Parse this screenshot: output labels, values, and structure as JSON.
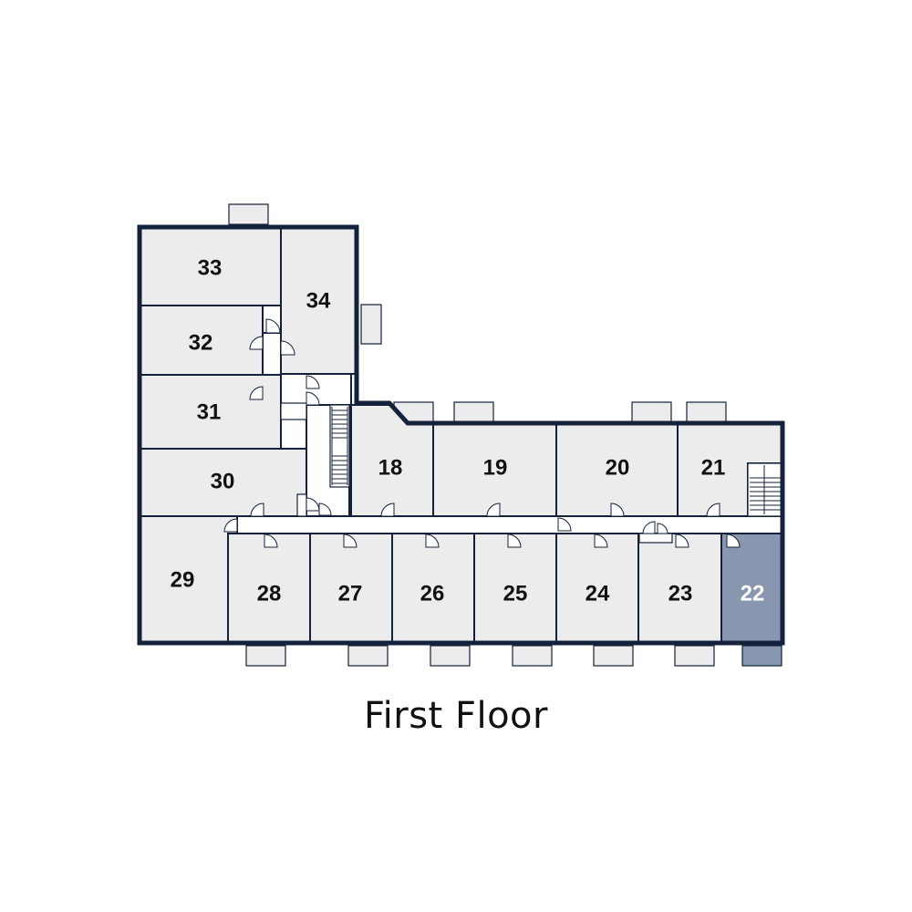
{
  "floor": {
    "title": "First Floor"
  },
  "colors": {
    "wall": "#14213a",
    "room_fill": "#ececec",
    "selected_fill": "#8896b0",
    "selected_text": "#ffffff"
  },
  "selected_unit": "22",
  "units": [
    {
      "id": "33",
      "label": "33",
      "selected": false
    },
    {
      "id": "34",
      "label": "34",
      "selected": false
    },
    {
      "id": "32",
      "label": "32",
      "selected": false
    },
    {
      "id": "31",
      "label": "31",
      "selected": false
    },
    {
      "id": "30",
      "label": "30",
      "selected": false
    },
    {
      "id": "29",
      "label": "29",
      "selected": false
    },
    {
      "id": "28",
      "label": "28",
      "selected": false
    },
    {
      "id": "27",
      "label": "27",
      "selected": false
    },
    {
      "id": "26",
      "label": "26",
      "selected": false
    },
    {
      "id": "25",
      "label": "25",
      "selected": false
    },
    {
      "id": "24",
      "label": "24",
      "selected": false
    },
    {
      "id": "23",
      "label": "23",
      "selected": false
    },
    {
      "id": "22",
      "label": "22",
      "selected": true
    },
    {
      "id": "18",
      "label": "18",
      "selected": false
    },
    {
      "id": "19",
      "label": "19",
      "selected": false
    },
    {
      "id": "20",
      "label": "20",
      "selected": false
    },
    {
      "id": "21",
      "label": "21",
      "selected": false
    }
  ]
}
